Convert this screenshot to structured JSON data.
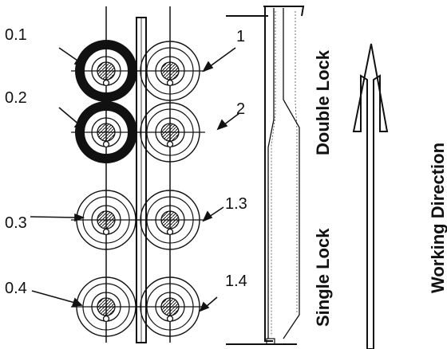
{
  "left_labels": [
    "0.1",
    "0.2",
    "0.3",
    "0.4"
  ],
  "right_labels": [
    "1",
    "2",
    "1.3",
    "1.4"
  ],
  "sections": {
    "upper": "Double Lock",
    "lower": "Single Lock"
  },
  "direction": "Working Direction",
  "rollers": {
    "left_column": [
      "thick",
      "thick",
      "thin",
      "thin"
    ],
    "right_column": [
      "thin",
      "thin",
      "thin",
      "thin"
    ]
  },
  "colors": {
    "ink": "#111111",
    "background": "#ffffff"
  }
}
